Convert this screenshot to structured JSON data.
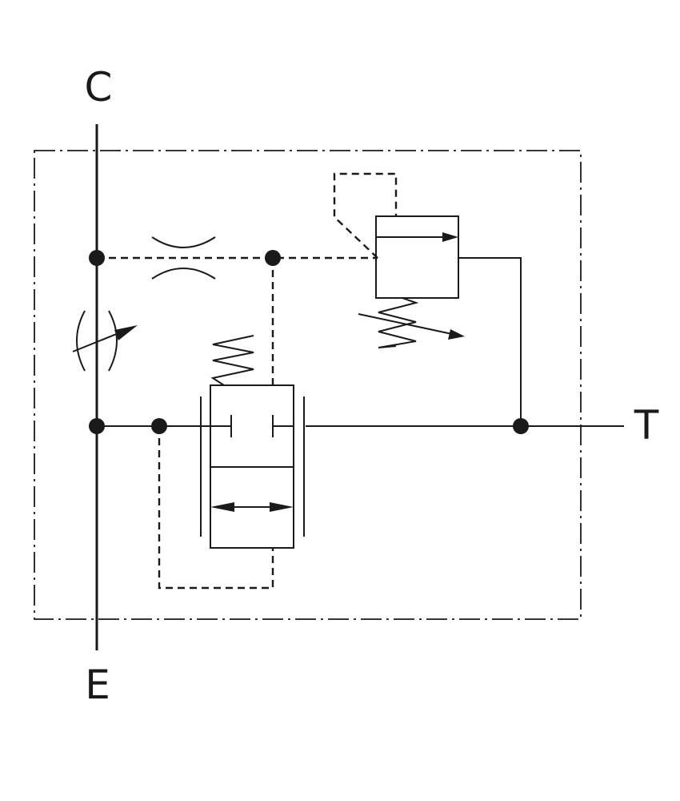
{
  "ports": {
    "c": "C",
    "e": "E",
    "t": "T"
  },
  "colors": {
    "line": "#1a1a1a",
    "background": "#ffffff"
  }
}
